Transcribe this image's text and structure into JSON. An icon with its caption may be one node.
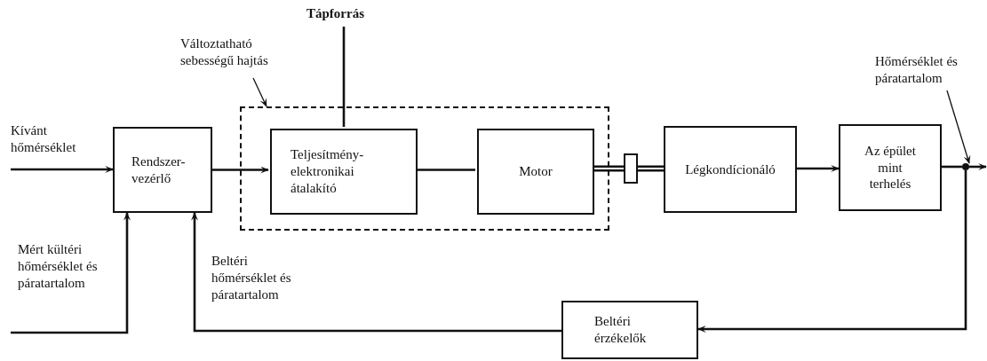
{
  "diagram": {
    "nodes": [
      {
        "text": [
          "Tápforrás"
        ]
      },
      {
        "text": [
          "Változtatható sebességű hajtás"
        ]
      },
      {
        "text": [
          "Hőmérséklet és páratartalom"
        ]
      },
      {
        "text": [
          "Rendszer-vezérlő"
        ]
      },
      {
        "text": [],
        "shape": "box"
      },
      {
        "text": [
          "Teljesítmény-elektronikai átalakító"
        ],
        "in": 4
      },
      {
        "text": [
          "Motor"
        ],
        "in": 4
      },
      {
        "text": [],
        "shape": "box"
      },
      {
        "text": [
          "Légkondícionáló"
        ]
      },
      {
        "text": [
          "Az épület mint terhelés"
        ]
      },
      {
        "text": [],
        "shape": "circle"
      },
      {
        "text": [
          "Beltéri érzékelők"
        ]
      }
    ],
    "edges": [
      {
        "from": null,
        "to": 3,
        "arrow": "to",
        "label": "Kívánt hőmérséklet"
      },
      {
        "from": null,
        "to": 3,
        "arrow": "to",
        "label": "Mért kültéri hőmérséklet és páratartalom"
      },
      {
        "from": 3,
        "to": 5,
        "arrow": "to"
      },
      {
        "from": 0,
        "to": 5,
        "arrow": "none"
      },
      {
        "from": 5,
        "to": 6,
        "arrow": "none"
      },
      {
        "from": 6,
        "to": 7,
        "arrow": "none",
        "style": "thick"
      },
      {
        "from": 7,
        "to": 8,
        "arrow": "none",
        "style": "thick"
      },
      {
        "from": 8,
        "to": 9,
        "arrow": "to"
      },
      {
        "from": 9,
        "to": 10,
        "arrow": "none"
      },
      {
        "from": 10,
        "to": null,
        "arrow": "to"
      },
      {
        "from": 10,
        "to": 11,
        "arrow": "to"
      },
      {
        "from": 11,
        "to": 3,
        "arrow": "to",
        "label": "Beltéri hőmérséklet és páratartalom"
      },
      {
        "from": 1,
        "to": 4,
        "arrow": "to"
      },
      {
        "from": 2,
        "to": 10,
        "arrow": "to"
      }
    ]
  }
}
